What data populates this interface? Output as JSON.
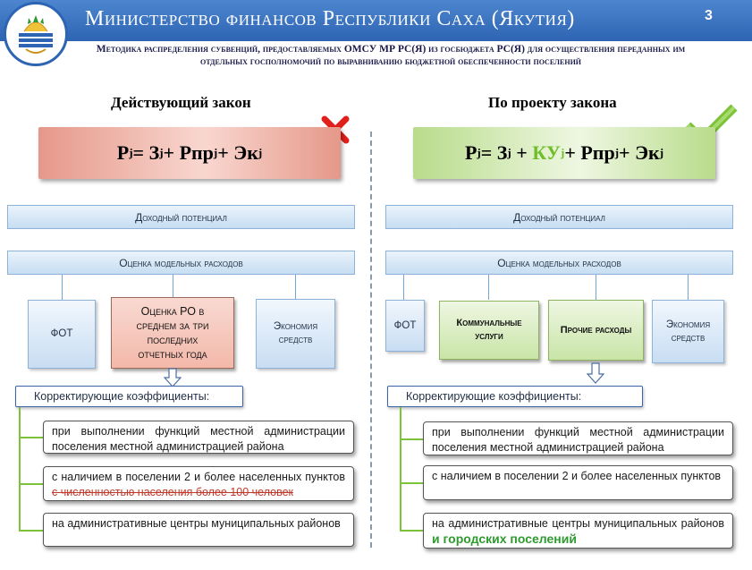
{
  "header": {
    "title": "Министерство финансов Республики Саха (Якутия)",
    "page_number": "3"
  },
  "subtitle": "Методика распределения субвенций, предоставляемых ОМСУ МР РС(Я) из госбюджета РС(Я) для осуществления переданных им отдельных госполномочий по выравниванию бюджетной обеспеченности поселений",
  "left": {
    "heading": "Действующий закон",
    "status_icon": "red-cross-icon",
    "formula": {
      "p": "P",
      "j": "j",
      "eq": " = З",
      "rest1": " + Рпр",
      "rest2": " + Эк"
    },
    "income_bar": "Доходный потенциал",
    "expense_bar": "Оценка модельных расходов",
    "boxes": [
      "ФОТ",
      "Оценка РО в среднем за три последних отчетных года",
      "Экономия средств"
    ],
    "coef_head": "Корректирующие коэффициенты:",
    "items": [
      {
        "text": "при выполнении функций местной администрации поселения местной администрацией района"
      },
      {
        "text": "с наличием в поселении 2 и более населенных пунктов",
        "struck": "с численностью населения более 100 человек"
      },
      {
        "text": "на административные центры муниципальных районов"
      }
    ]
  },
  "right": {
    "heading": "По проекту закона",
    "status_icon": "green-check-icon",
    "formula": {
      "p": "P",
      "j": "j",
      "eq": " = З",
      "ku": "КУ",
      "rest1": " + Рпр",
      "rest2": " + Эк"
    },
    "income_bar": "Доходный потенциал",
    "expense_bar": "Оценка модельных расходов",
    "boxes": [
      "ФОТ",
      "Коммунальные услуги",
      "Прочие расходы",
      "Экономия средств"
    ],
    "coef_head": "Корректирующие коэффициенты:",
    "items": [
      {
        "text": "при выполнении функций местной администрации поселения местной администрацией района"
      },
      {
        "text": "с наличием в поселении 2 и более населенных пунктов"
      },
      {
        "text": "на административные центры муниципальных районов",
        "added": "и городских поселений"
      }
    ]
  },
  "colors": {
    "header": "#2d64b3",
    "red_formula": "#e59889",
    "green_formula": "#b9dc8b",
    "accent_green": "#6fbe29",
    "strike": "#c0392b"
  }
}
